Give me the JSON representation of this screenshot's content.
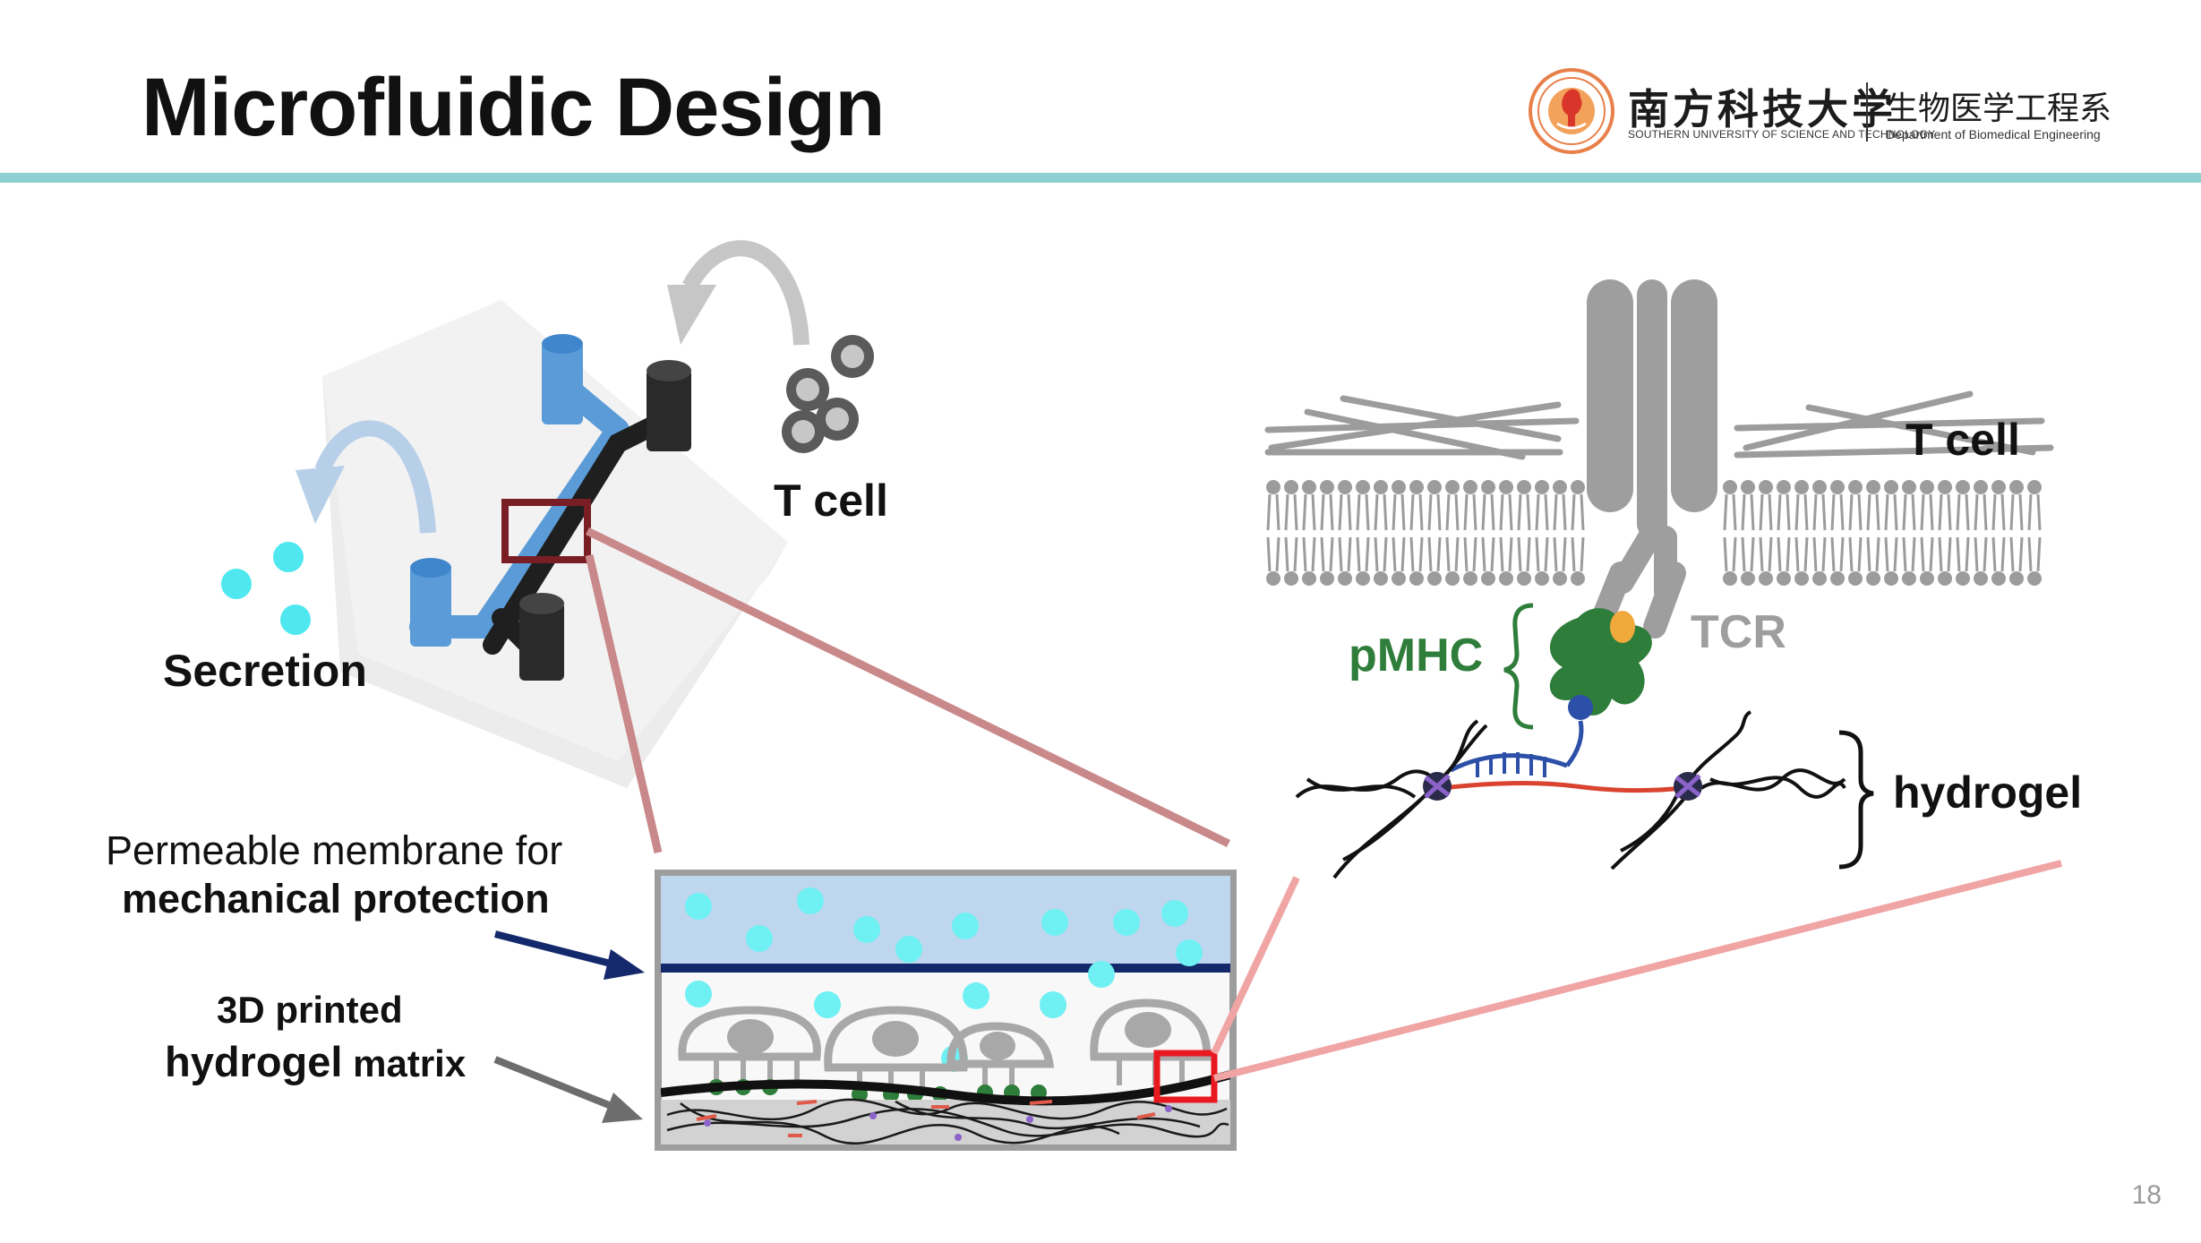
{
  "slide": {
    "title": "Microfluidic Design",
    "page_number": "18"
  },
  "logo": {
    "university_cn": "南方科技大学",
    "university_en": "SOUTHERN UNIVERSITY OF SCIENCE AND TECHNOLOGY",
    "department_cn": "生物医学工程系",
    "department_en": "Department of Biomedical Engineering"
  },
  "labels": {
    "t_cell_chip": "T cell",
    "secretion": "Secretion",
    "membrane_line1": "Permeable membrane for",
    "membrane_line2": "mechanical protection",
    "matrix_line1": "3D printed",
    "matrix_line2_bold": "hydrogel",
    "matrix_line2_rest": " matrix",
    "t_cell_zoom": "T cell",
    "pmhc": "pMHC",
    "tcr": "TCR",
    "hydrogel": "hydrogel"
  },
  "colors": {
    "accent_rule": "#8ecfd1",
    "channel_blue": "#5b9bd8",
    "channel_dark": "#2a2a2a",
    "secretion_dot": "#4fe8f0",
    "callout_dark_red": "#7a1e25",
    "callout_red": "#e8191f",
    "pmhc_green": "#2e7d3a",
    "membrane_navy": "#13296b",
    "linker_red": "#d9432f",
    "dna_blue": "#2c4fa8"
  },
  "icons": {
    "recycle_arrow_gray": "curved-arrow-icon",
    "recycle_arrow_blue": "curved-arrow-icon",
    "membrane_pointer": "arrow-right-icon",
    "matrix_pointer": "arrow-right-icon"
  }
}
